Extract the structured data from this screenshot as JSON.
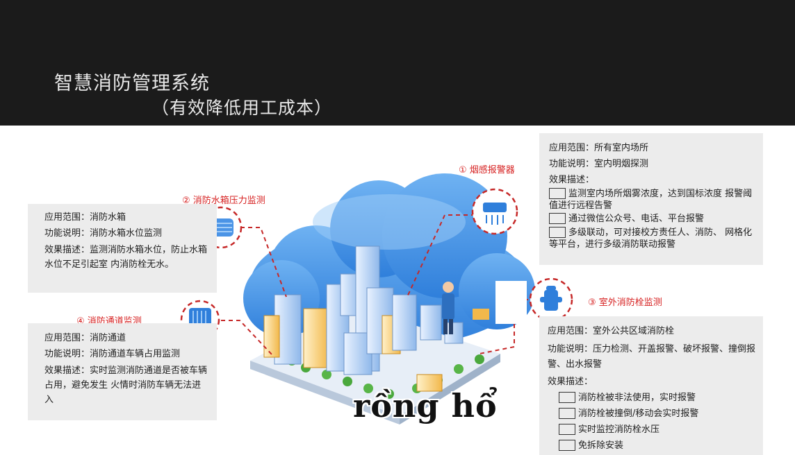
{
  "header": {
    "title": "智慧消防管理系统",
    "subtitle": "（有效降低用工成本）"
  },
  "modules": {
    "smoke": {
      "label": "① 烟感报警器",
      "scope": "应用范围：所有室内场所",
      "function": "功能说明：室内明烟探测",
      "effect_title": "效果描述：",
      "effects": [
        "监测室内场所烟雾浓度，达到国标浓度 报警阈值进行远程告警",
        "通过微信公众号、电话、平台报警",
        "多级联动，可对接校方责任人、消防、 网格化等平台，进行多级消防联动报警"
      ]
    },
    "tank": {
      "label": "② 消防水箱压力监测",
      "scope": "应用范围：消防水箱",
      "function": "功能说明：消防水箱水位监测",
      "effect": "效果描述：监测消防水箱水位，防止水箱水位不足引起室 内消防栓无水。"
    },
    "hydrant": {
      "label": "③ 室外消防栓监测",
      "scope": "应用范围：室外公共区域消防栓",
      "function": "功能说明：压力检测、开盖报警、破坏报警、撞倒报警、出水报警",
      "effect_title": "效果描述：",
      "effects": [
        "消防栓被非法使用，实时报警",
        "消防栓被撞倒/移动会实时报警",
        "实时监控消防栓水压",
        "免拆除安装"
      ]
    },
    "passage": {
      "label": "④ 消防通道监测",
      "scope": "应用范围：消防通道",
      "function": "功能说明：消防通道车辆占用监测",
      "effect": "效果描述：实时监测消防通道是否被车辆占用，避免发生 火情时消防车辆无法进入"
    }
  },
  "watermark": "rồng hổ",
  "colors": {
    "header_bg": "#1b1b1b",
    "accent_red": "#d62020",
    "cloud_blue": "#3a8ee8",
    "box_bg": "#ececec"
  }
}
